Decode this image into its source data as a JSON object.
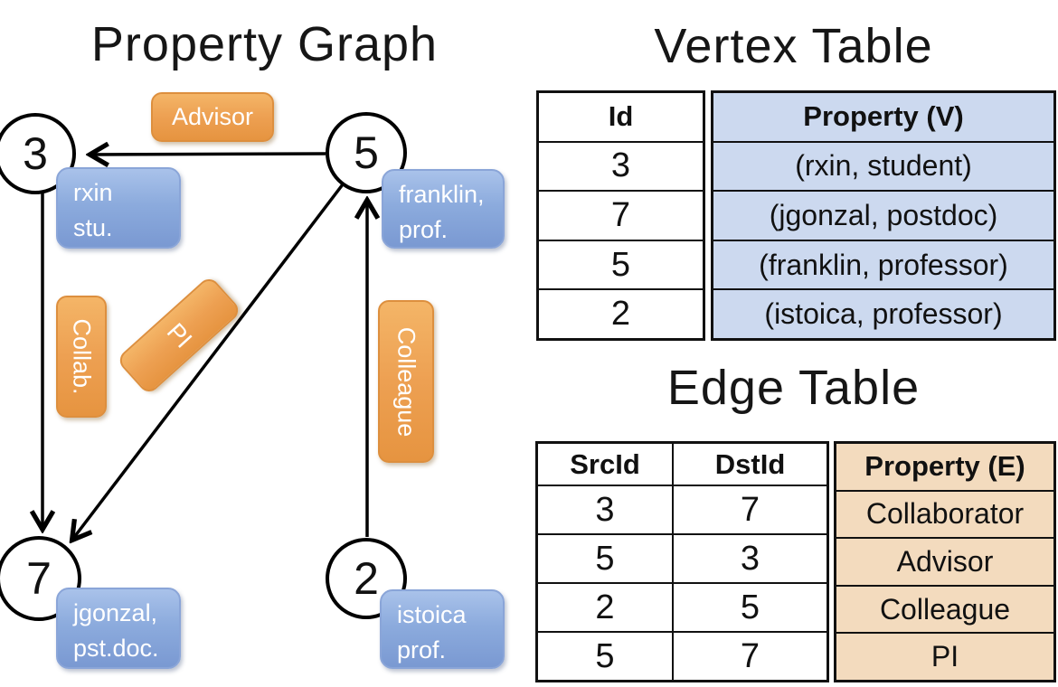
{
  "graph": {
    "title": "Property Graph",
    "nodes": [
      {
        "id": "3",
        "line1": "rxin",
        "line2": "stu."
      },
      {
        "id": "5",
        "line1": "franklin,",
        "line2": "prof."
      },
      {
        "id": "7",
        "line1": "jgonzal,",
        "line2": "pst.doc."
      },
      {
        "id": "2",
        "line1": "istoica",
        "line2": "prof."
      }
    ],
    "edges": [
      {
        "label": "Advisor",
        "from": "5",
        "to": "3"
      },
      {
        "label": "Collab.",
        "from": "3",
        "to": "7"
      },
      {
        "label": "PI",
        "from": "5",
        "to": "7"
      },
      {
        "label": "Colleague",
        "from": "2",
        "to": "5"
      }
    ]
  },
  "vertex_table": {
    "title": "Vertex Table",
    "columns": [
      "Id",
      "Property (V)"
    ],
    "rows": [
      [
        "3",
        "(rxin, student)"
      ],
      [
        "7",
        "(jgonzal, postdoc)"
      ],
      [
        "5",
        "(franklin, professor)"
      ],
      [
        "2",
        "(istoica, professor)"
      ]
    ]
  },
  "edge_table": {
    "title": "Edge Table",
    "columns": [
      "SrcId",
      "DstId",
      "Property (E)"
    ],
    "rows": [
      [
        "3",
        "7",
        "Collaborator"
      ],
      [
        "5",
        "3",
        "Advisor"
      ],
      [
        "2",
        "5",
        "Colleague"
      ],
      [
        "5",
        "7",
        "PI"
      ]
    ]
  },
  "colors": {
    "node_box_blue_top": "#a9c2ea",
    "node_box_blue_bottom": "#7a99d2",
    "edge_box_orange_top": "#f4b567",
    "edge_box_orange_bottom": "#e69440",
    "vertex_property_cell_bg": "#ccd9ef",
    "edge_property_cell_bg": "#f3dbbe",
    "line_color": "#000000"
  }
}
